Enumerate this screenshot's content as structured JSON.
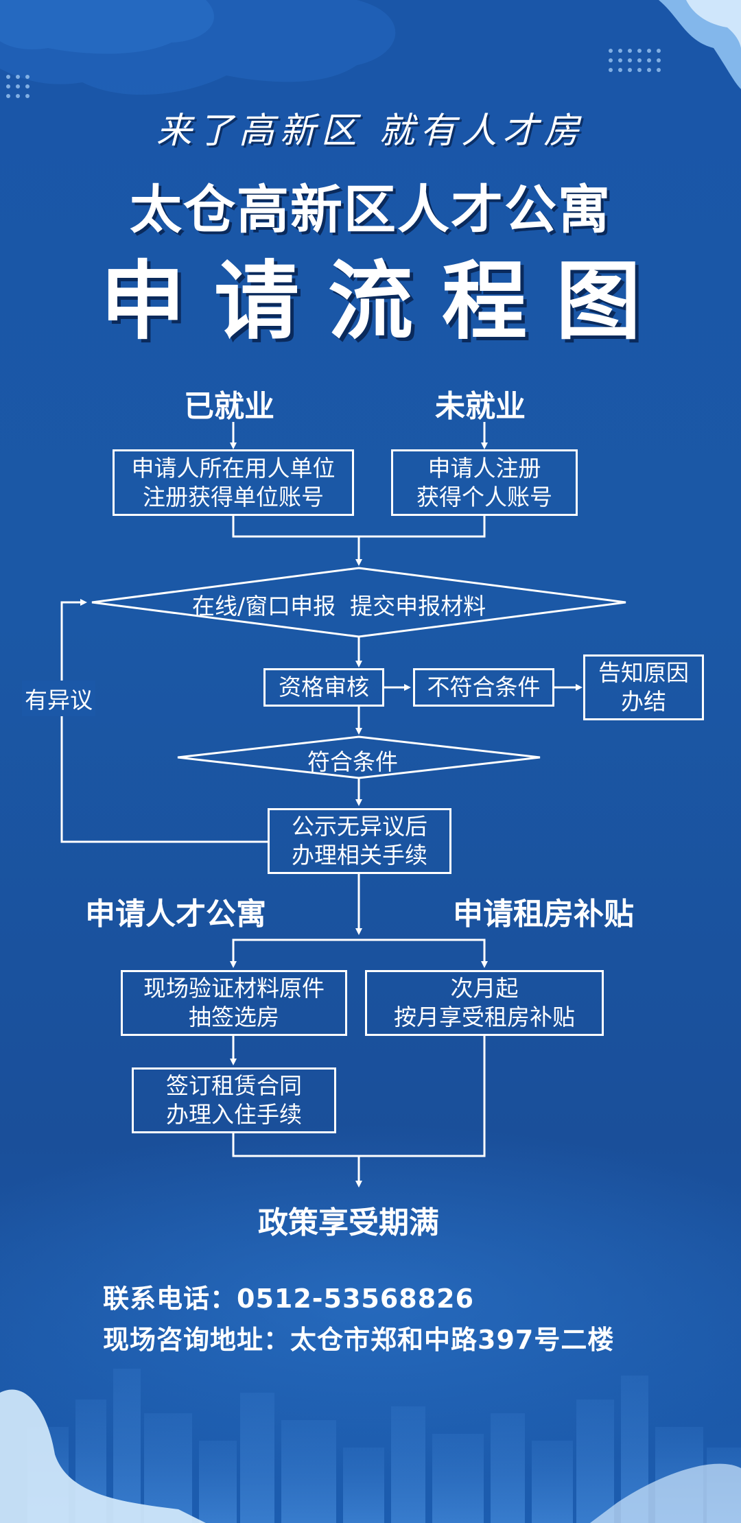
{
  "poster": {
    "slogan": "来了高新区 就有人才房",
    "title_line1": "太仓高新区人才公寓",
    "title_line2": "申请流程图"
  },
  "flow": {
    "employed_label": "已就业",
    "unemployed_label": "未就业",
    "employer_register_line1": "申请人所在用人单位",
    "employer_register_line2": "注册获得单位账号",
    "personal_register_line1": "申请人注册",
    "personal_register_line2": "获得个人账号",
    "submit_decision": "在线/窗口申报  提交申报材料",
    "objection_label": "有异议",
    "qualification_review": "资格审核",
    "not_qualified": "不符合条件",
    "notify_close_line1": "告知原因",
    "notify_close_line2": "办结",
    "qualified_decision": "符合条件",
    "publicity_line1": "公示无异议后",
    "publicity_line2": "办理相关手续",
    "apply_apartment": "申请人才公寓",
    "apply_subsidy": "申请租房补贴",
    "verify_line1": "现场验证材料原件",
    "verify_line2": "抽签选房",
    "subsidy_line1": "次月起",
    "subsidy_line2": "按月享受租房补贴",
    "sign_line1": "签订租赁合同",
    "sign_line2": "办理入住手续",
    "policy_end": "政策享受期满"
  },
  "contact": {
    "phone": "联系电话：0512-53568826",
    "address": "现场咨询地址：太仓市郑和中路397号二楼"
  },
  "colors": {
    "background": "#1a56a8",
    "line": "#ffffff"
  }
}
